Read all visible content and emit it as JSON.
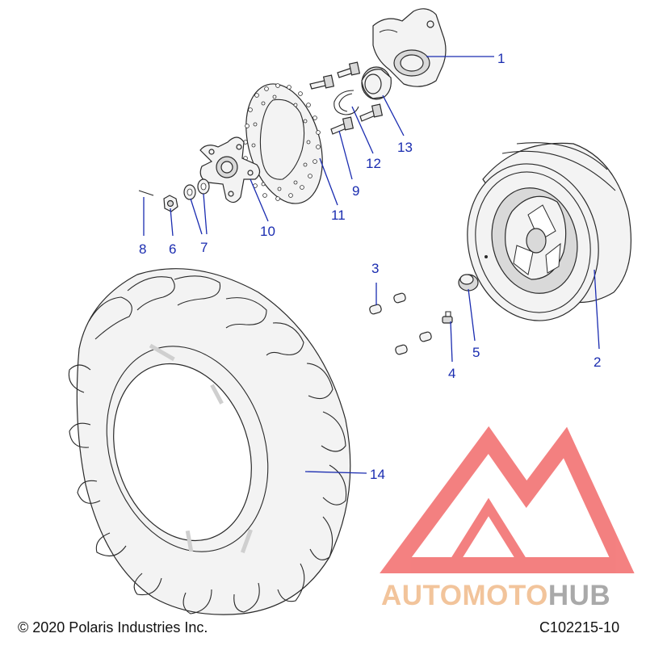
{
  "callouts": {
    "c1": "1",
    "c2": "2",
    "c3": "3",
    "c4": "4",
    "c5": "5",
    "c6": "6",
    "c7": "7",
    "c8": "8",
    "c9": "9",
    "c10": "10",
    "c11": "11",
    "c12": "12",
    "c13": "13",
    "c14": "14"
  },
  "footer": {
    "copyright": "© 2020 Polaris Industries Inc.",
    "diagram_id": "C102215-10"
  },
  "watermark": {
    "part_a": "AUTOMOTO",
    "part_b": "HUB",
    "color_primary": "#f26b6b",
    "color_text_a": "#f2c49b",
    "color_text_b": "#a9a9a9"
  },
  "colors": {
    "callout": "#1a2cb0",
    "line_art": "#2a2a2a"
  }
}
